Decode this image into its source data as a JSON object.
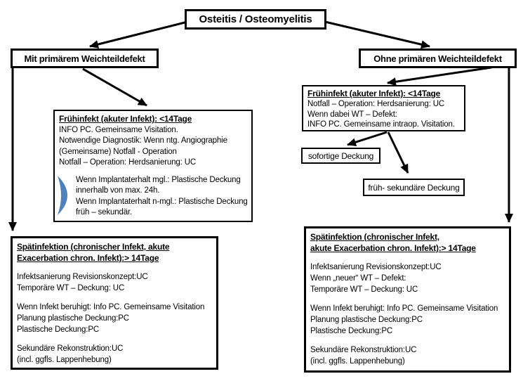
{
  "colors": {
    "border": "#000000",
    "text": "#000000",
    "background": "#ffffff",
    "bracket_blue": "#4f81bd"
  },
  "root": {
    "title": "Osteitis / Osteomyelitis"
  },
  "left_branch": {
    "header": "Mit primärem Weichteildefekt",
    "early_infection": {
      "title": "Frühinfekt (akuter Infekt): <14Tage",
      "lines": [
        "INFO PC. Gemeinsame Visitation.",
        "Notwendige Diagnostik: Wenn ntg. Angiographie",
        "(Gemeinsame) Notfall - Operation",
        "Notfall – Operation: Herdsanierung: UC"
      ],
      "bracket_lines": [
        "Wenn Implantaterhalt mgl.: Plastische Deckung",
        "innerhalb von max. 24h.",
        "Wenn Implantaterhalt n-mgl.: Plastische Deckung",
        "früh – sekundär."
      ]
    },
    "late_infection": {
      "title_lines": [
        "Spätinfektion (chronischer Infekt, akute",
        "Exacerbation chron. Infekt):> 14Tage"
      ],
      "groups": [
        [
          "Infektsanierung Revisionskonzept:UC",
          "Temporäre WT – Deckung: UC"
        ],
        [
          "Wenn Infekt beruhigt: Info PC. Gemeinsame Visitation",
          "Planung plastische Deckung:PC",
          "Plastische Deckung:PC"
        ],
        [
          "Sekundäre Rekonstruktion:UC",
          "(incl. ggfls. Lappenhebung)"
        ]
      ]
    }
  },
  "right_branch": {
    "header": "Ohne primären Weichteildefekt",
    "early_infection": {
      "title": "Frühinfekt (akuter Infekt): <14Tage",
      "lines": [
        "Notfall – Operation: Herdsanierung: UC",
        "Wenn dabei WT – Defekt:",
        "INFO PC. Gemeinsame intraop. Visitation."
      ]
    },
    "outcome_boxes": {
      "immediate": "sofortige Deckung",
      "early_secondary": "früh- sekundäre Deckung"
    },
    "late_infection": {
      "title_lines": [
        "Spätinfektion (chronischer Infekt,",
        "akute Exacerbation chron. Infekt):> 14Tage"
      ],
      "groups": [
        [
          "Infektsanierung Revisionskonzept:UC",
          "Wenn „neuer“ WT – Defekt:",
          "Temporäre WT – Deckung: UC"
        ],
        [
          "Wenn Infekt beruhigt: Info PC. Gemeinsame Visitation",
          "Planung plastische Deckung:PC",
          "Plastische Deckung:PC"
        ],
        [
          "Sekundäre Rekonstruktion:UC",
          "(incl. ggfls. Lappenhebung)"
        ]
      ]
    }
  }
}
